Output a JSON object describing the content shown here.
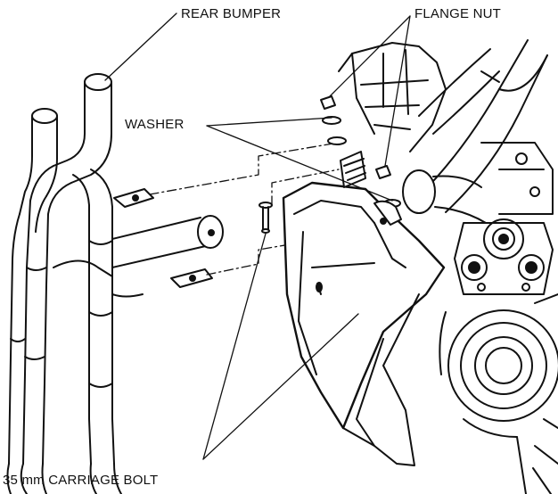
{
  "labels": {
    "rear_bumper": "REAR BUMPER",
    "flange_nut": "FLANGE NUT",
    "washer": "WASHER",
    "carriage_bolt": "35 mm CARRIAGE BOLT"
  },
  "colors": {
    "ink": "#111111",
    "fill": "#ffffff",
    "shade": "#1a1a1a"
  }
}
